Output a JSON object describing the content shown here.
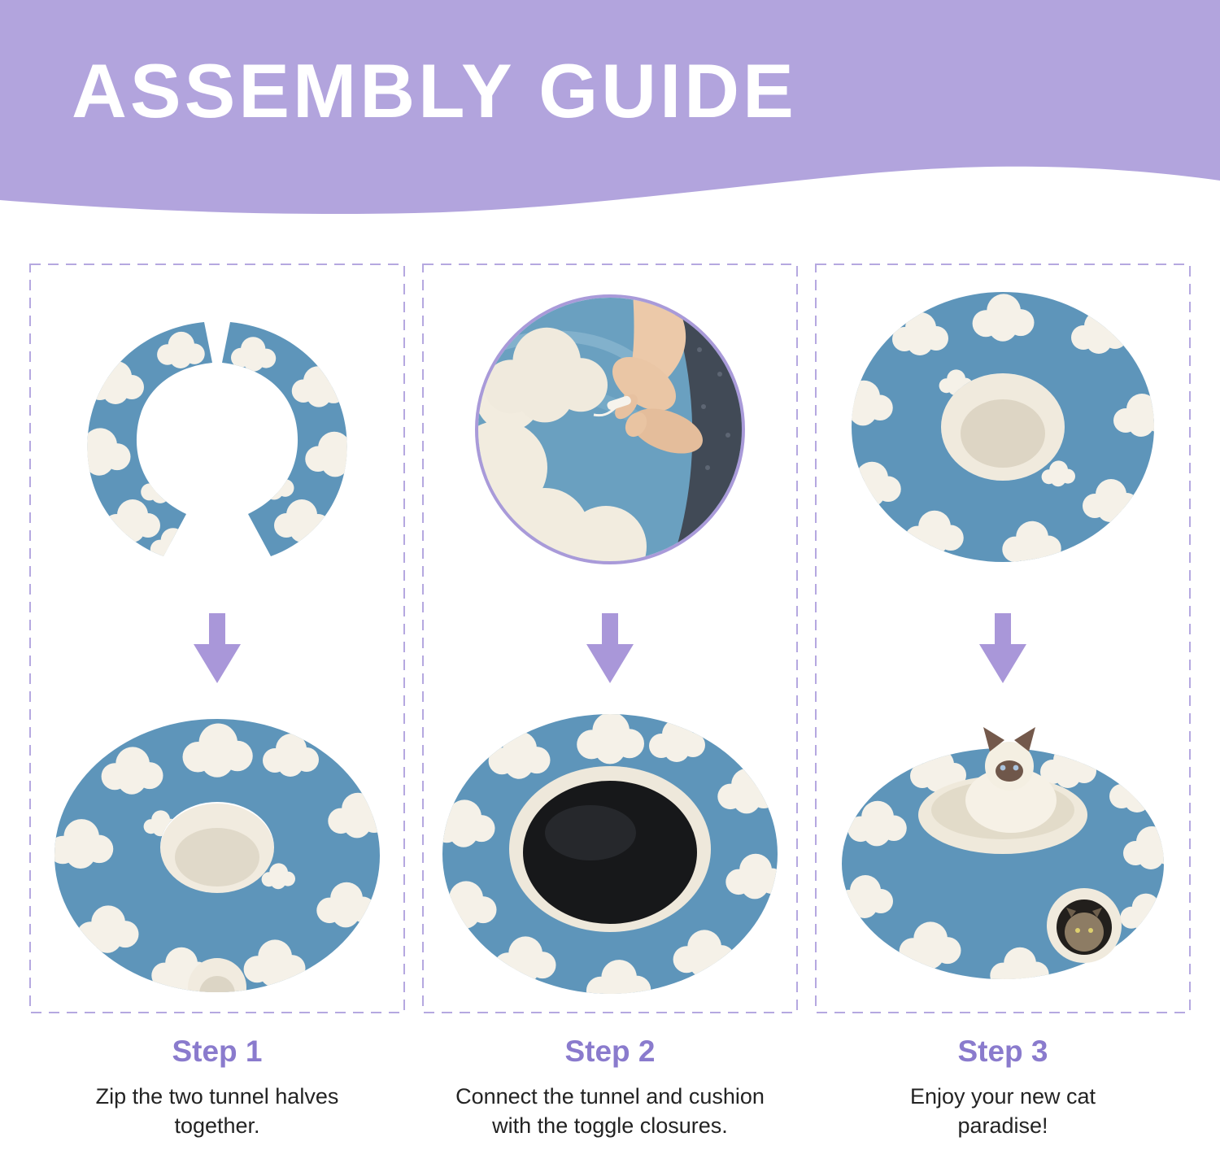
{
  "header": {
    "title": "ASSEMBLY GUIDE"
  },
  "steps": [
    {
      "label": "Step 1",
      "description": "Zip the two tunnel halves together."
    },
    {
      "label": "Step 2",
      "description": "Connect the tunnel and cushion with the toggle closures."
    },
    {
      "label": "Step 3",
      "description": "Enjoy your new cat paradise!"
    }
  ],
  "illustrations": {
    "step1_top": "two-tunnel-halves",
    "step1_bottom": "assembled-tunnel-ring",
    "step2_top": "toggle-closure-photo",
    "step2_bottom": "tunnel-with-black-cushion",
    "step3_top": "assembled-ring-top-view",
    "step3_bottom": "finished-cat-bed-with-cats"
  },
  "icons": {
    "down_arrow": "down-arrow-icon"
  },
  "colors": {
    "header_purple": "#b2a4dd",
    "arrow_purple": "#a997d9",
    "step_title_purple": "#8a7bcd",
    "dashed_border_purple": "#b5a8e0",
    "fabric_blue": "#5e95ba",
    "cloud_white": "#f5f1e8",
    "cushion_black": "#17181a",
    "text_dark": "#232323",
    "background": "#ffffff"
  }
}
